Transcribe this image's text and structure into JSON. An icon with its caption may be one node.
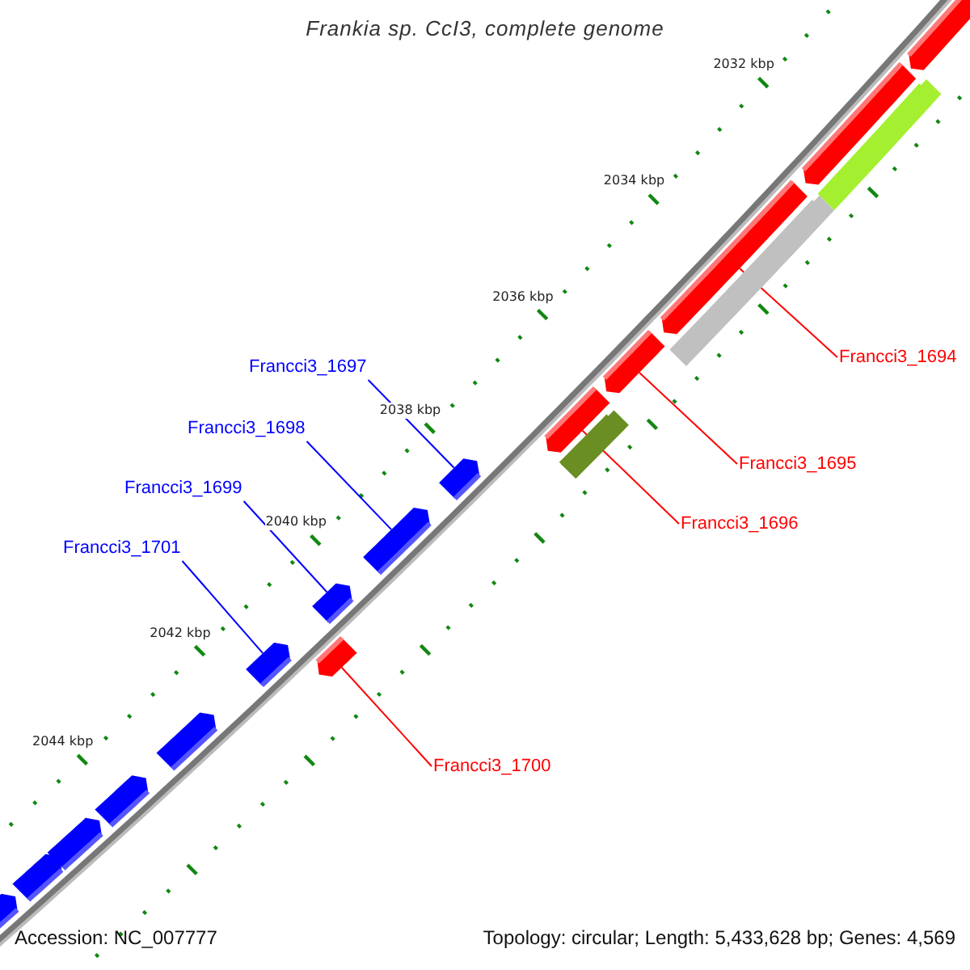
{
  "diagram": {
    "title": "Frankia sp. CcI3, complete genome",
    "nodes": [
      {
        "text": [
          "Francci3_1694"
        ]
      },
      {
        "text": [
          "Francci3_1697"
        ]
      },
      {
        "text": [
          "Francci3_1698"
        ]
      },
      {
        "text": [
          "Francci3_1695"
        ]
      },
      {
        "text": [
          "Francci3_1699"
        ]
      },
      {
        "text": [
          "Francci3_1696"
        ]
      },
      {
        "text": [
          "Francci3_1701"
        ]
      },
      {
        "text": [
          "Francci3_1700"
        ]
      },
      {
        "text": [],
        "shape": "arrow"
      },
      {
        "text": [],
        "shape": "arrow"
      },
      {
        "text": [],
        "shape": "bar"
      },
      {
        "text": [],
        "shape": "arrow"
      },
      {
        "text": [],
        "shape": "bar"
      },
      {
        "text": [],
        "shape": "arrow"
      },
      {
        "text": [],
        "shape": "arrow"
      },
      {
        "text": [],
        "shape": "bar"
      },
      {
        "text": [],
        "shape": "arrow"
      },
      {
        "text": [],
        "shape": "arrow"
      },
      {
        "text": [],
        "shape": "arrow"
      },
      {
        "text": [],
        "shape": "arrow"
      },
      {
        "text": [],
        "shape": "arrow"
      },
      {
        "text": [],
        "shape": "arrow"
      },
      {
        "text": [],
        "shape": "arrow"
      },
      {
        "text": [],
        "shape": "arrow"
      },
      {
        "text": [],
        "shape": "arrow"
      },
      {
        "text": [],
        "shape": "arrow"
      }
    ],
    "edges": [
      {
        "from": 0,
        "to": 11,
        "arrow": "none",
        "color": "#ff0000"
      },
      {
        "from": 1,
        "to": 16,
        "arrow": "none",
        "color": "#0000ff"
      },
      {
        "from": 2,
        "to": 17,
        "arrow": "none",
        "color": "#0000ff"
      },
      {
        "from": 3,
        "to": 13,
        "arrow": "none",
        "color": "#ff0000"
      },
      {
        "from": 4,
        "to": 18,
        "arrow": "none",
        "color": "#0000ff"
      },
      {
        "from": 5,
        "to": 14,
        "arrow": "none",
        "color": "#ff0000"
      },
      {
        "from": 6,
        "to": 20,
        "arrow": "none",
        "color": "#0000ff"
      },
      {
        "from": 7,
        "to": 19,
        "arrow": "none",
        "color": "#ff0000"
      }
    ],
    "labels": [
      "2032 kbp",
      "2034 kbp",
      "2036 kbp",
      "2038 kbp",
      "2040 kbp",
      "2042 kbp",
      "2044 kbp",
      "Accession: NC_007777",
      "Topology: circular; Length: 5,433,628 bp; Genes: 4,569"
    ]
  }
}
